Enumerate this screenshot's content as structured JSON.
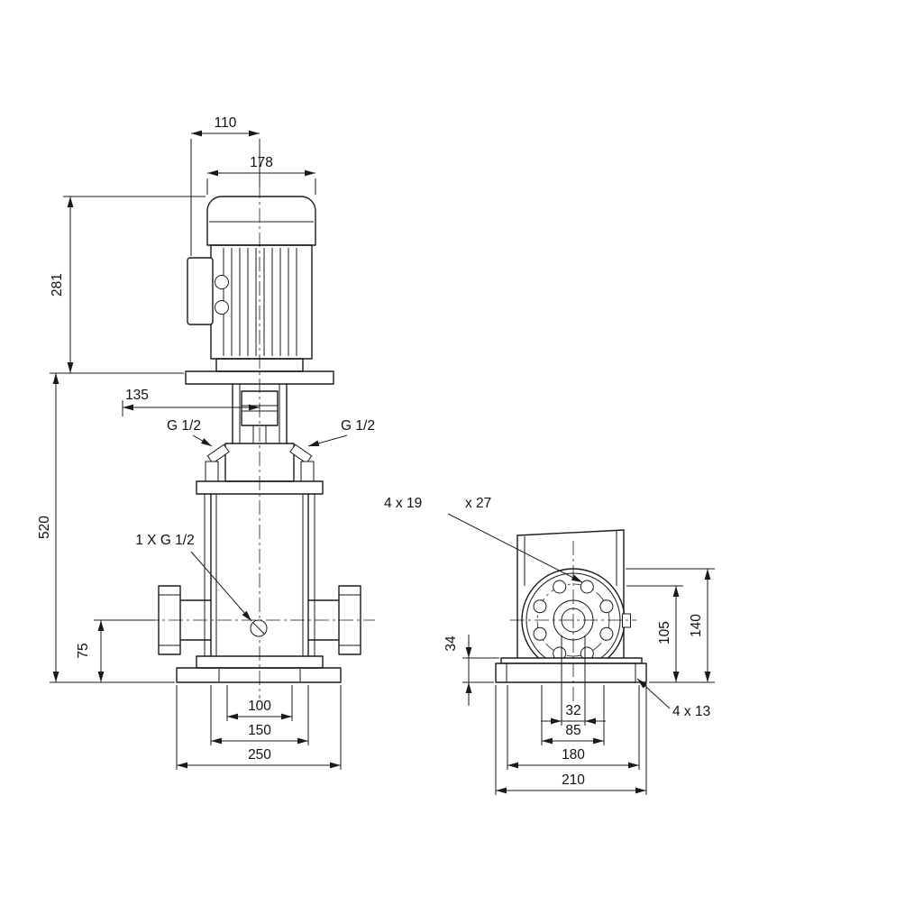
{
  "colors": {
    "line": "#1a1a1a",
    "background": "#ffffff"
  },
  "front_view": {
    "dim_110": "110",
    "dim_178": "178",
    "dim_281": "281",
    "dim_135": "135",
    "dim_520": "520",
    "dim_75": "75",
    "dim_100": "100",
    "dim_150": "150",
    "dim_250": "250",
    "port_left_label": "G 1/2",
    "port_right_label": "G 1/2",
    "drain_label": "1 X G 1/2"
  },
  "side_view": {
    "flange_holes_label": "4 x 19",
    "flange_holes_label2": "x 27",
    "dim_34": "34",
    "dim_105": "105",
    "dim_140": "140",
    "dim_32": "32",
    "dim_85": "85",
    "dim_180": "180",
    "dim_210": "210",
    "base_holes_label": "4  x 13"
  }
}
